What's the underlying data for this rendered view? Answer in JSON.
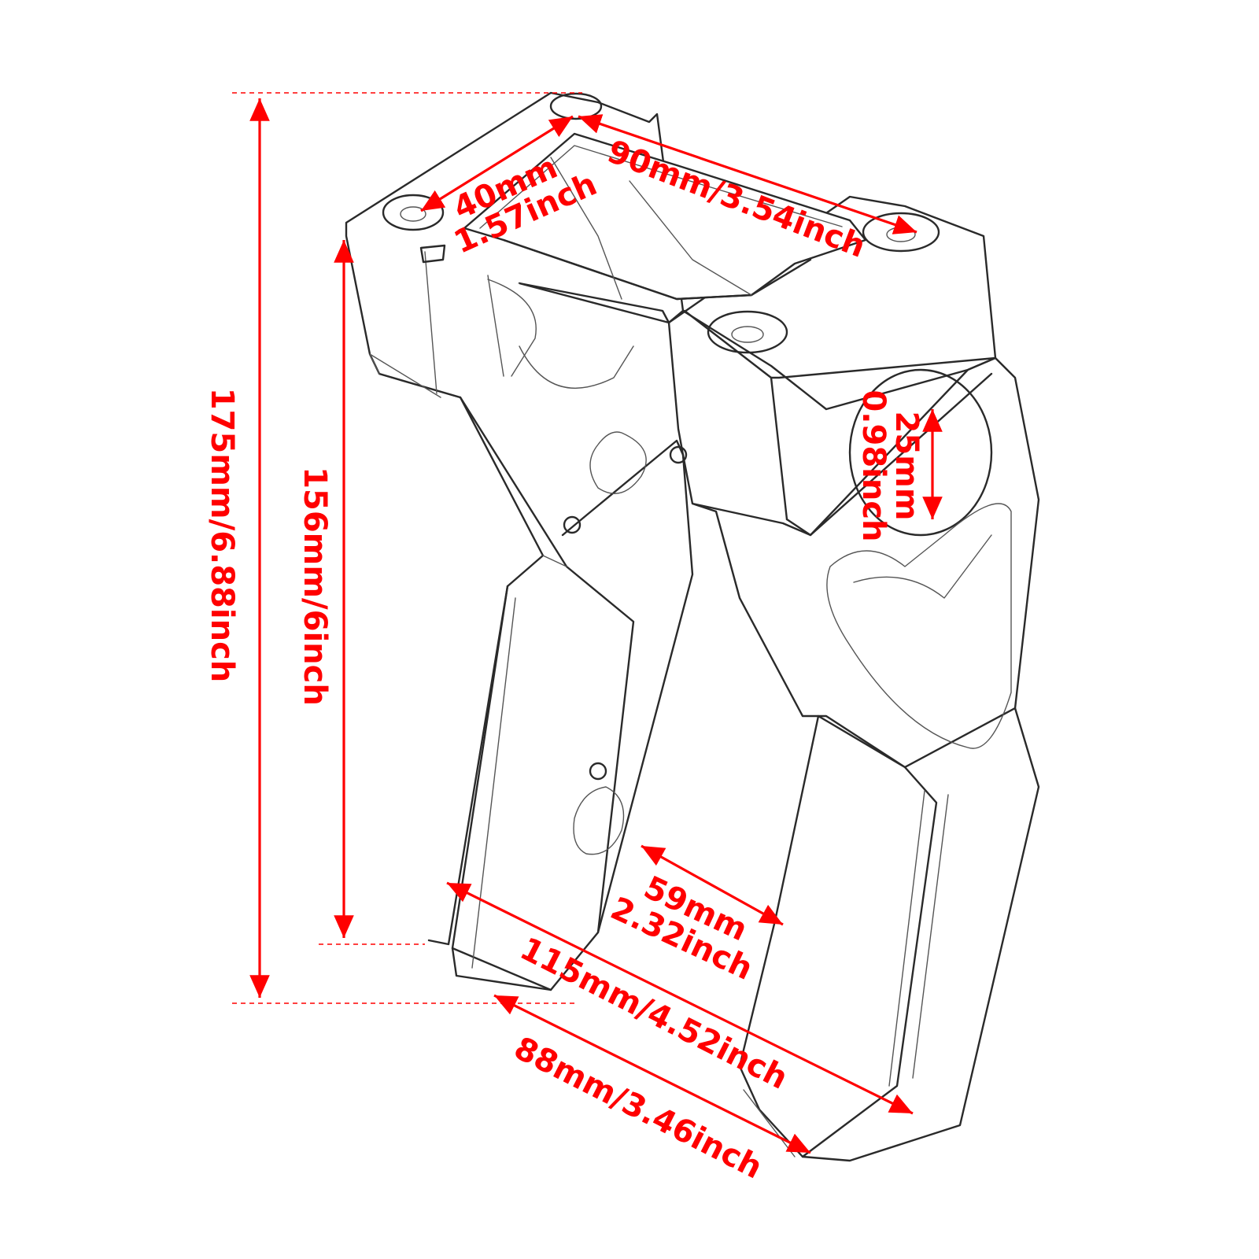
{
  "colors": {
    "dimension": "#ff0000",
    "outline": "#2a2a2a"
  },
  "dimensions": {
    "overall_height": "175mm/6.88inch",
    "riser_height": "156mm/6inch",
    "top_width_mm": "40mm",
    "top_width_inch": "1.57inch",
    "top_length": "90mm/3.54inch",
    "clamp_diameter_mm": "25mm",
    "clamp_diameter_inch": "0.98inch",
    "inner_gap_mm": "59mm",
    "inner_gap_inch": "2.32inch",
    "outer_span": "115mm/4.52inch",
    "base_width": "88mm/3.46inch"
  }
}
